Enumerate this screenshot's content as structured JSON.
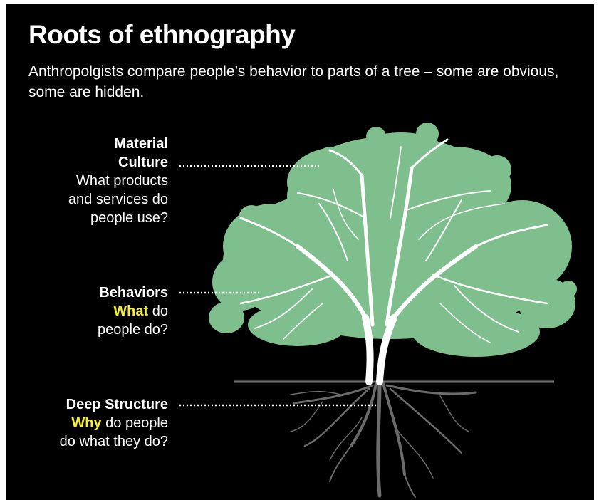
{
  "title": "Roots of ethnography",
  "subtitle": "Anthropolgists compare people’s behavior to parts of a tree – some are obvious, some are hidden.",
  "colors": {
    "background": "#000000",
    "text": "#ffffff",
    "highlight": "#f5ef2a",
    "canopy": "#7fbf8e",
    "trunk": "#ffffff",
    "roots": "#6b6b6b"
  },
  "labels": {
    "material": {
      "heading_1": "Material",
      "heading_2": "Culture",
      "line_1": "What products",
      "line_2": "and services do",
      "line_3": "people use?"
    },
    "behaviors": {
      "heading": "Behaviors",
      "highlight": "What",
      "line_1_rest": " do",
      "line_2": "people do?"
    },
    "deep": {
      "heading": "Deep Structure",
      "highlight": "Why",
      "line_1_rest": " do people",
      "line_2": "do what they do?"
    }
  }
}
